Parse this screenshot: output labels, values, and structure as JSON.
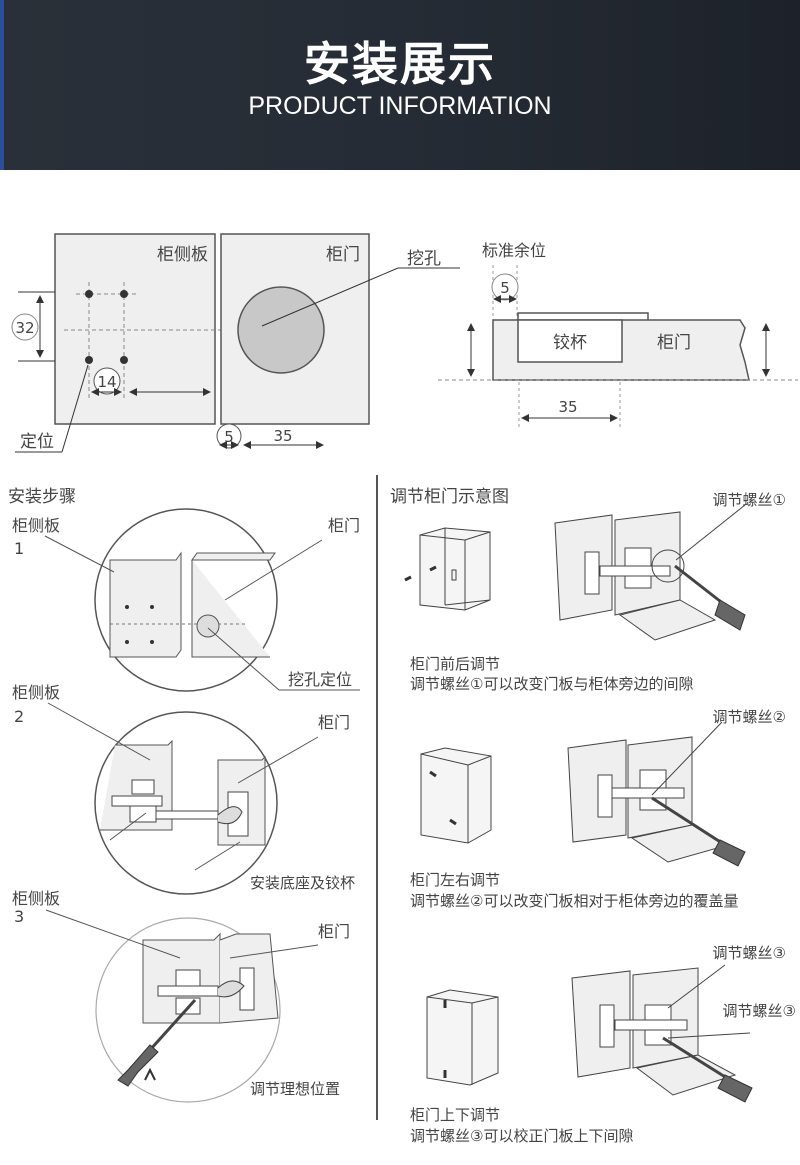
{
  "header": {
    "title": "安装展示",
    "subtitle": "PRODUCT INFORMATION",
    "background_color": "#262c35",
    "accent_color": "#2b4f9e"
  },
  "top_diagram": {
    "side_panel_label": "柜侧板",
    "door_label": "柜门",
    "hole_label": "挖孔",
    "standard_margin_label": "标准余位",
    "cup_label": "铰杯",
    "door_section_label": "柜门",
    "position_label": "定位",
    "dim_32": "32",
    "dim_14": "14",
    "dim_5": "5",
    "dim_35": "35",
    "dim_5_section": "5",
    "dim_35_section": "35"
  },
  "install_steps": {
    "title": "安装步骤",
    "steps": [
      {
        "number": "1",
        "side_panel_label": "柜侧板",
        "door_label": "柜门",
        "caption": "挖孔定位"
      },
      {
        "number": "2",
        "side_panel_label": "柜侧板",
        "door_label": "柜门",
        "caption": "安装底座及铰杯"
      },
      {
        "number": "3",
        "side_panel_label": "柜侧板",
        "door_label": "柜门",
        "caption": "调节理想位置"
      }
    ]
  },
  "adjust": {
    "title": "调节柜门示意图",
    "items": [
      {
        "screw_label": "调节螺丝①",
        "screw_label_2": "",
        "heading": "柜门前后调节",
        "description": "调节螺丝①可以改变门板与柜体旁边的间隙"
      },
      {
        "screw_label": "调节螺丝②",
        "screw_label_2": "",
        "heading": "柜门左右调节",
        "description": "调节螺丝②可以改变门板相对于柜体旁边的覆盖量"
      },
      {
        "screw_label": "调节螺丝③",
        "screw_label_2": "调节螺丝③",
        "heading": "柜门上下调节",
        "description": "调节螺丝③可以校正门板上下间隙"
      }
    ]
  }
}
